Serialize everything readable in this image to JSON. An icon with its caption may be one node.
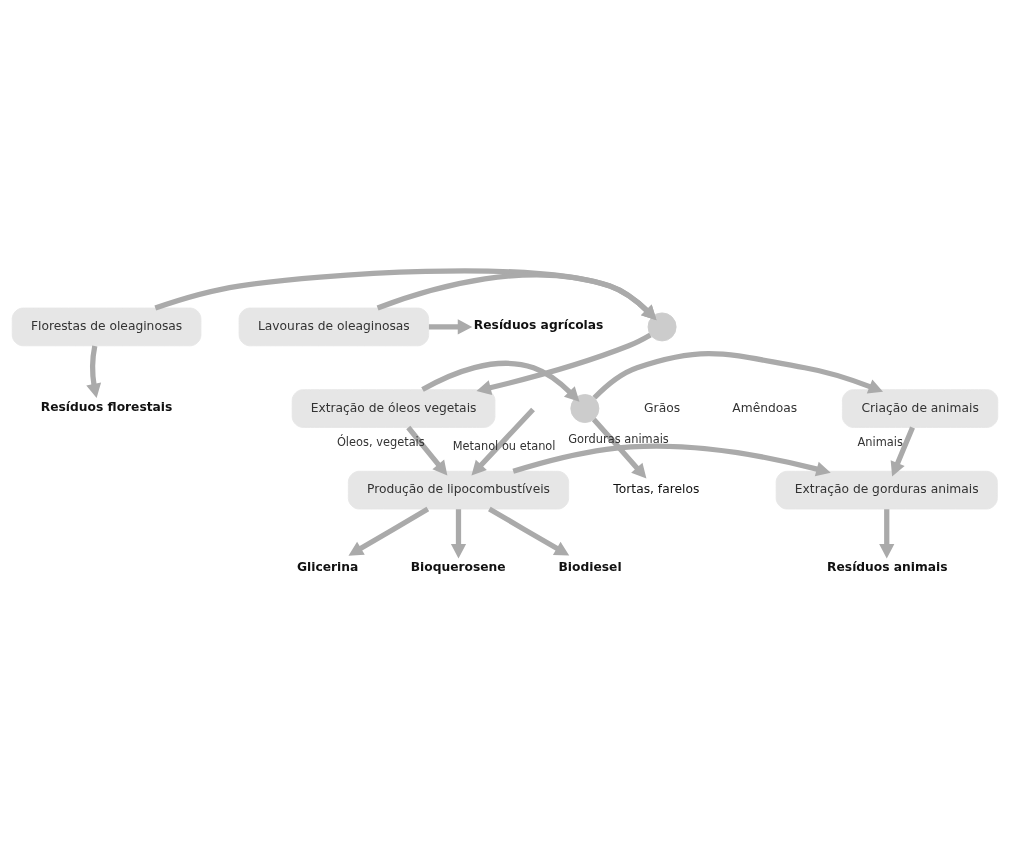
{
  "diagram": {
    "nodes": [
      {
        "text": [
          "Florestas de oleaginosas"
        ]
      },
      {
        "text": [],
        "shape": "circle"
      },
      {
        "text": [
          "Lavouras de oleaginosas"
        ]
      },
      {
        "text": [
          "Resíduos agrícolas"
        ]
      },
      {
        "text": [
          "Resíduos florestais"
        ]
      },
      {
        "text": [
          "Extração de óleos vegetais"
        ]
      },
      {
        "text": [],
        "shape": "circle"
      },
      {
        "text": [
          "Criação de animais"
        ]
      },
      {
        "text": [
          "Tortas, farelos"
        ]
      },
      {
        "text": [
          "Produção de lipocombustíveis"
        ]
      },
      {
        "text": [
          "Extração de gorduras animais"
        ]
      },
      {
        "text": [
          "Biodiesel"
        ]
      },
      {
        "text": [
          "Glicerina"
        ]
      },
      {
        "text": [
          "Bioquerosene"
        ]
      },
      {
        "text": [
          "Resíduos animais"
        ]
      }
    ],
    "edges": [
      {
        "from": 0,
        "to": 1,
        "arrow": "to"
      },
      {
        "from": 2,
        "to": 1,
        "arrow": "to"
      },
      {
        "from": 2,
        "to": 3,
        "arrow": "to"
      },
      {
        "from": 0,
        "to": 4,
        "arrow": "to"
      },
      {
        "from": 1,
        "to": 5,
        "arrow": "to"
      },
      {
        "from": 5,
        "to": 6,
        "arrow": "to"
      },
      {
        "from": 6,
        "to": 7,
        "arrow": "to"
      },
      {
        "from": 6,
        "to": 8,
        "arrow": "to"
      },
      {
        "from": 5,
        "to": 9,
        "arrow": "to",
        "label": "Óleos, vegetais"
      },
      {
        "from": 7,
        "to": 10,
        "arrow": "to",
        "label": "Animais"
      },
      {
        "from": null,
        "to": 9,
        "arrow": "to",
        "label": "Metanol ou etanol"
      },
      {
        "from": 9,
        "to": 10,
        "arrow": "to",
        "label": "Gorduras animais"
      },
      {
        "from": 9,
        "to": 11,
        "arrow": "to"
      },
      {
        "from": 9,
        "to": 12,
        "arrow": "to"
      },
      {
        "from": 9,
        "to": 13,
        "arrow": "to"
      },
      {
        "from": 10,
        "to": 14,
        "arrow": "to"
      }
    ],
    "labels": [
      "Amêndoas",
      "Grãos"
    ]
  }
}
